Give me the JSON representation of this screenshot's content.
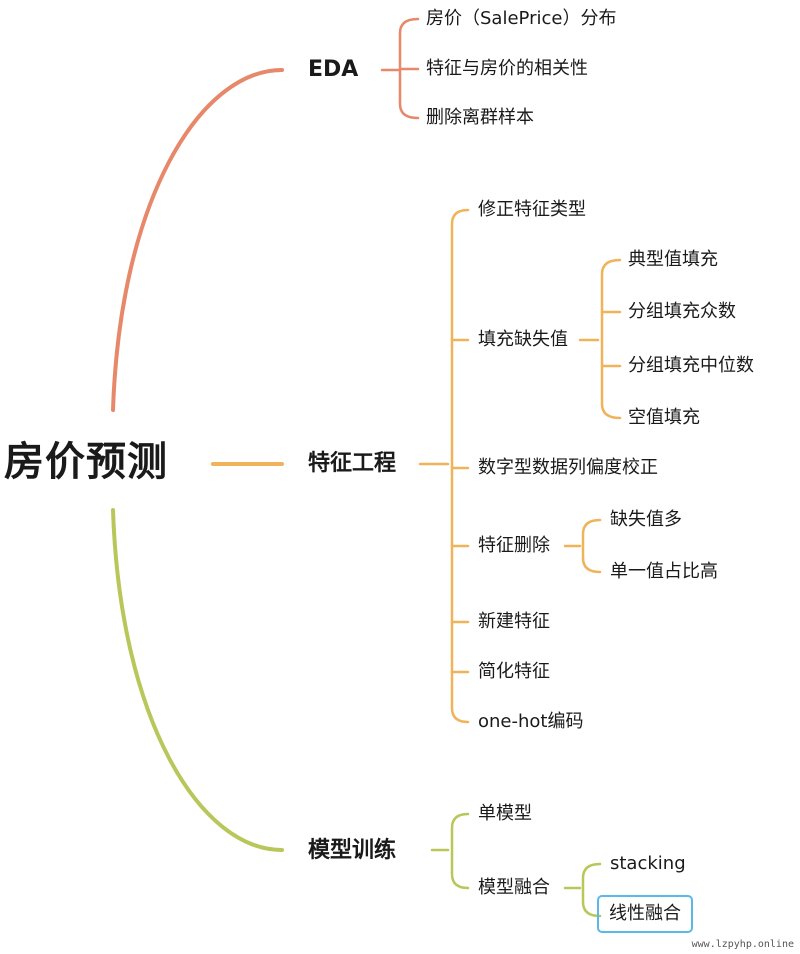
{
  "root": {
    "label": "房价预测"
  },
  "branches": [
    {
      "label": "EDA",
      "color": "#e8886a",
      "children": [
        {
          "label": "房价（SalePrice）分布"
        },
        {
          "label": "特征与房价的相关性"
        },
        {
          "label": "删除离群样本"
        }
      ]
    },
    {
      "label": "特征工程",
      "color": "#f0b35a",
      "children": [
        {
          "label": "修正特征类型"
        },
        {
          "label": "填充缺失值",
          "children": [
            {
              "label": "典型值填充"
            },
            {
              "label": "分组填充众数"
            },
            {
              "label": "分组填充中位数"
            },
            {
              "label": "空值填充"
            }
          ]
        },
        {
          "label": "数字型数据列偏度校正"
        },
        {
          "label": "特征删除",
          "children": [
            {
              "label": "缺失值多"
            },
            {
              "label": "单一值占比高"
            }
          ]
        },
        {
          "label": "新建特征"
        },
        {
          "label": "简化特征"
        },
        {
          "label": "one-hot编码"
        }
      ]
    },
    {
      "label": "模型训练",
      "color": "#b9c75a",
      "children": [
        {
          "label": "单模型"
        },
        {
          "label": "模型融合",
          "children": [
            {
              "label": "stacking"
            },
            {
              "label": "线性融合"
            }
          ]
        }
      ]
    }
  ],
  "watermark": "www.lzpyhp.online"
}
